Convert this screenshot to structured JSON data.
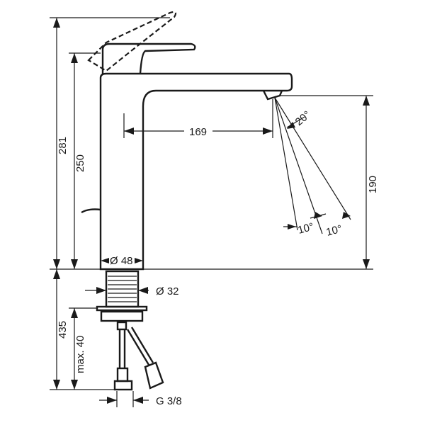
{
  "dimensions": {
    "total_height": "281",
    "spout_height": "250",
    "spout_reach": "169",
    "spray_angle": "20°",
    "outlet_height": "190",
    "angle_left": "10°",
    "angle_right": "10°",
    "base_diameter": "Ø 48",
    "shank_diameter": "Ø 32",
    "connection_length": "435",
    "max_deck_thickness": "max. 40",
    "thread": "G 3/8"
  }
}
